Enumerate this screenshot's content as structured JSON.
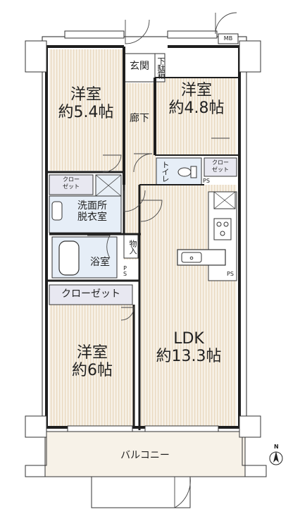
{
  "rooms": {
    "western_room_1": {
      "name": "洋室",
      "size": "約5.4帖"
    },
    "western_room_2": {
      "name": "洋室",
      "size": "約4.8帖"
    },
    "western_room_3": {
      "name": "洋室",
      "size": "約6帖"
    },
    "ldk": {
      "name": "LDK",
      "size": "約13.3帖"
    },
    "entrance": "玄関",
    "shoe_box": "下駄箱",
    "hallway": "廊下",
    "closet_1": "クロー\nゼット",
    "closet_2": "クロー\nゼット",
    "closet_3": "クローゼット",
    "washroom": "洗面所\n脱衣室",
    "bathroom": "浴室",
    "storage": "物入",
    "toilet": "トイレ",
    "balcony": "バルコニー"
  },
  "markers": {
    "mb": "MB",
    "ps_1": "PS",
    "ps_2": "PS",
    "ps_3": "PS",
    "north": "N"
  },
  "colors": {
    "room_fill": "#f6f0e6",
    "stripe": "#ead9c0",
    "wet_fill": "#e5eef6",
    "wall": "#1e1e1e"
  }
}
